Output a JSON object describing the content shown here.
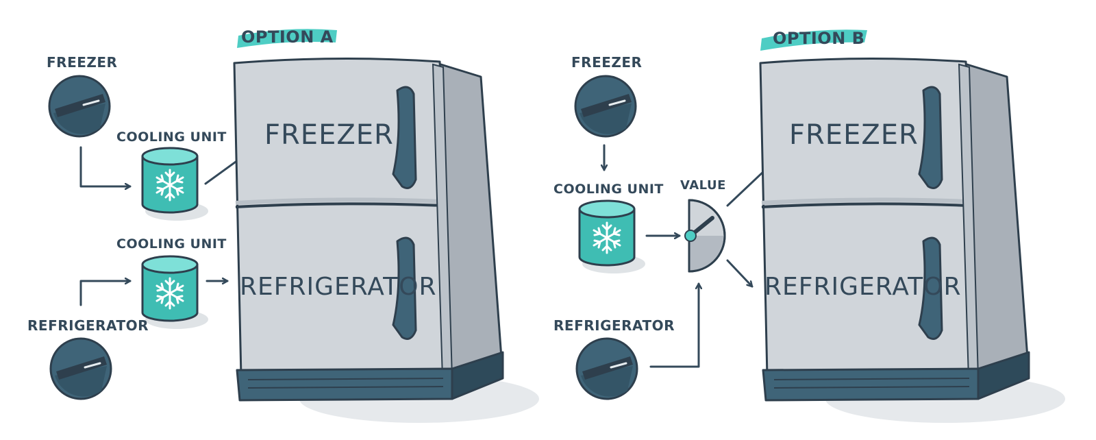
{
  "option_a": {
    "title": "OPTION A",
    "freezer_dial_label": "FREEZER",
    "refrigerator_dial_label": "REFRIGERATOR",
    "cooling_unit_top_label": "COOLING UNIT",
    "cooling_unit_bottom_label": "COOLING UNIT",
    "fridge_top_text": "FREEZER",
    "fridge_bottom_text": "REFRIGERATOR"
  },
  "option_b": {
    "title": "OPTION B",
    "freezer_dial_label": "FREEZER",
    "refrigerator_dial_label": "REFRIGERATOR",
    "cooling_unit_label": "COOLING UNIT",
    "valve_label": "VALUE",
    "fridge_top_text": "FREEZER",
    "fridge_bottom_text": "REFRIGERATOR"
  },
  "colors": {
    "accent_teal": "#4ecdc4",
    "dark_slate": "#3f6478",
    "fridge_body": "#d0d5da",
    "fridge_side": "#a9b0b8",
    "outline": "#2e3f4d"
  },
  "icons": [
    "dial-knob-icon",
    "snowflake-icon",
    "arrow-icon",
    "valve-icon"
  ]
}
